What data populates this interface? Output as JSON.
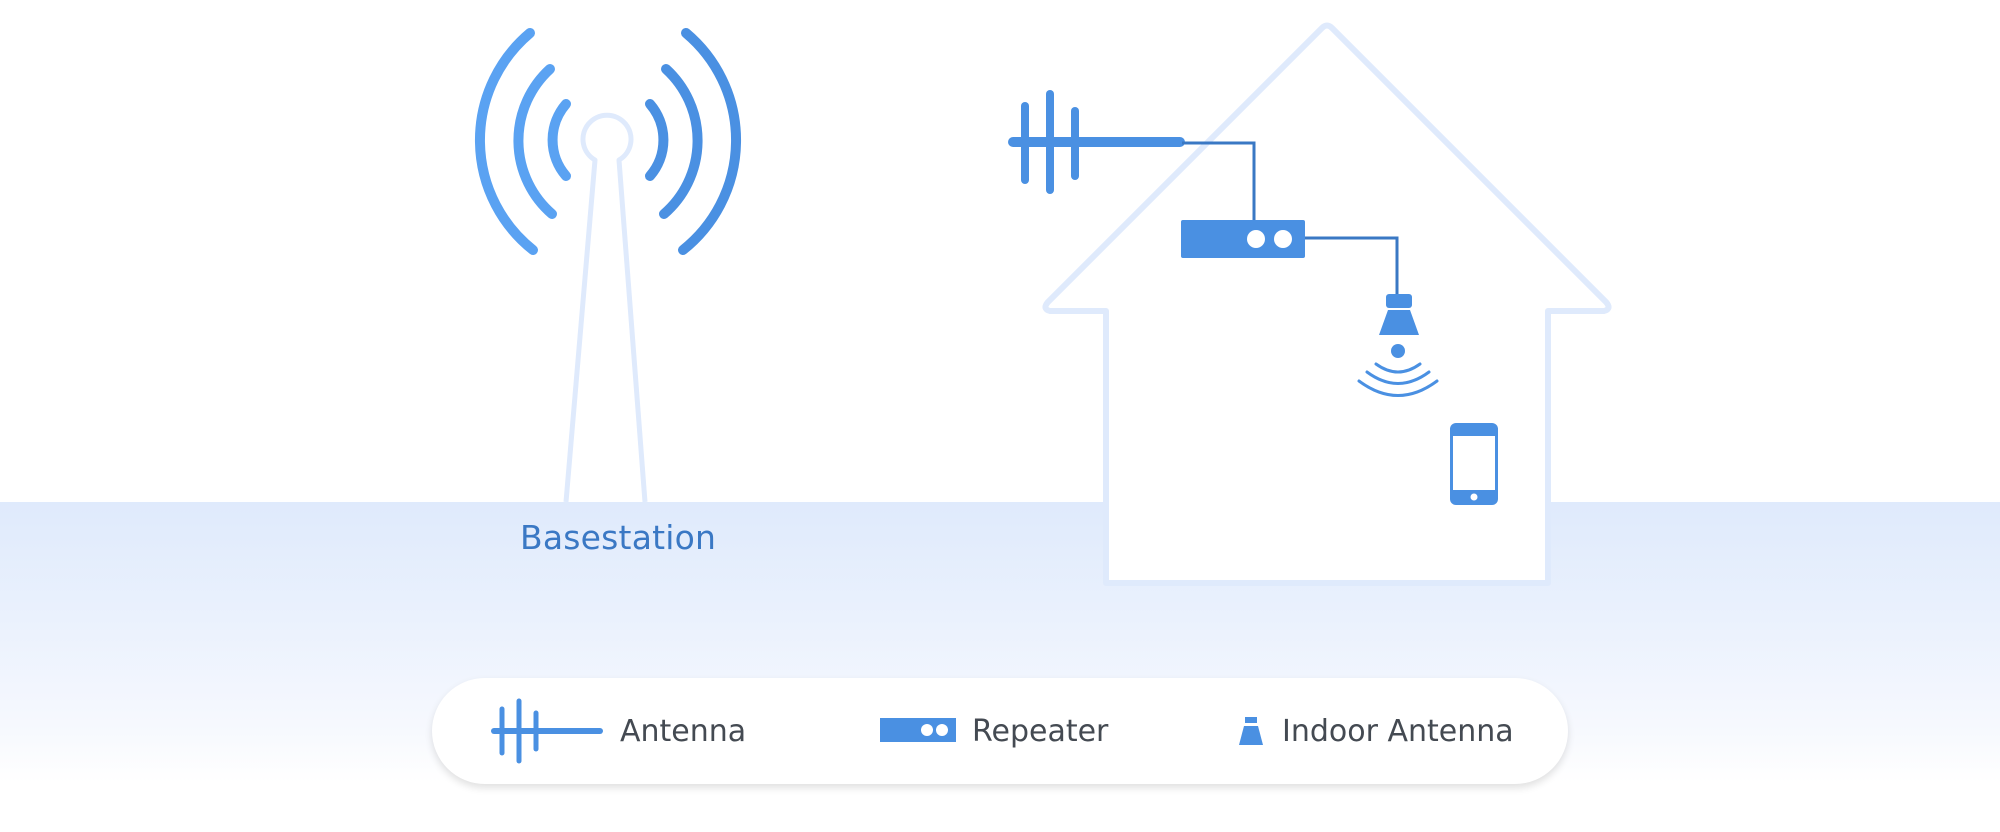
{
  "colors": {
    "primary_blue": "#4a90e2",
    "wave_left": "#5aa2f2",
    "cable": "#3a78c4",
    "outline_light": "#dfeafc",
    "label_text": "#3a78c4",
    "legend_text": "#444a52"
  },
  "scene": {
    "basestation_label": "Basestation",
    "icons": {
      "tower": "basestation-tower-icon",
      "outdoor_antenna": "yagi-antenna-icon",
      "repeater": "repeater-icon",
      "indoor_antenna": "indoor-antenna-icon",
      "signal_waves": "signal-waves-icon",
      "phone": "smartphone-icon",
      "house": "house-outline-icon"
    }
  },
  "legend": {
    "items": [
      {
        "label": "Antenna",
        "icon": "yagi-antenna-icon"
      },
      {
        "label": "Repeater",
        "icon": "repeater-icon"
      },
      {
        "label": "Indoor Antenna",
        "icon": "indoor-antenna-icon"
      }
    ]
  }
}
